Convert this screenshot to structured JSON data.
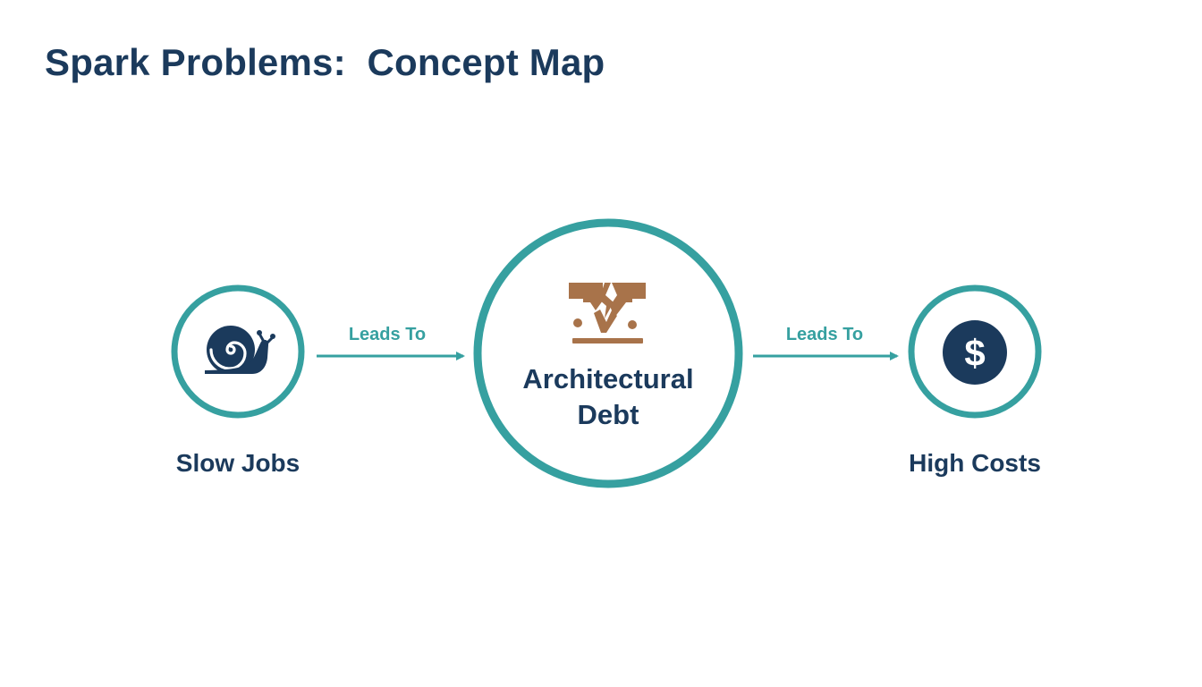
{
  "title": "Spark Problems:  Concept Map",
  "colors": {
    "ring": "#36a0a0",
    "navy": "#1b3a5c",
    "icon_brown": "#a8734a"
  },
  "nodes": {
    "left": {
      "label": "Slow Jobs",
      "icon": "snail-icon"
    },
    "center": {
      "label": "Architectural Debt",
      "icon": "cracked-pillar-icon"
    },
    "right": {
      "label": "High Costs",
      "icon": "dollar-icon"
    }
  },
  "edges": {
    "left_to_center": {
      "label": "Leads To"
    },
    "center_to_right": {
      "label": "Leads To"
    }
  }
}
